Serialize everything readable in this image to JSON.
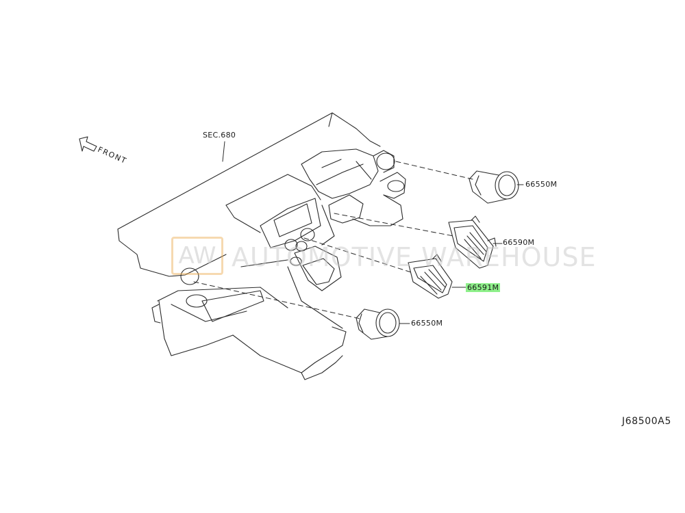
{
  "labels": {
    "section_ref": "SEC.680",
    "front": "FRONT",
    "part_top_round_vent": "66550M",
    "part_center_vent_right": "66590M",
    "part_center_vent_left": "66591M",
    "part_bottom_round_vent": "66550M",
    "diagram_id": "J68500A5"
  },
  "highlight": {
    "part": "66591M",
    "color": "#8ef08a"
  },
  "watermark": {
    "logo": "AW",
    "text": "AUTOMOTIVE WAREHOUSE"
  }
}
